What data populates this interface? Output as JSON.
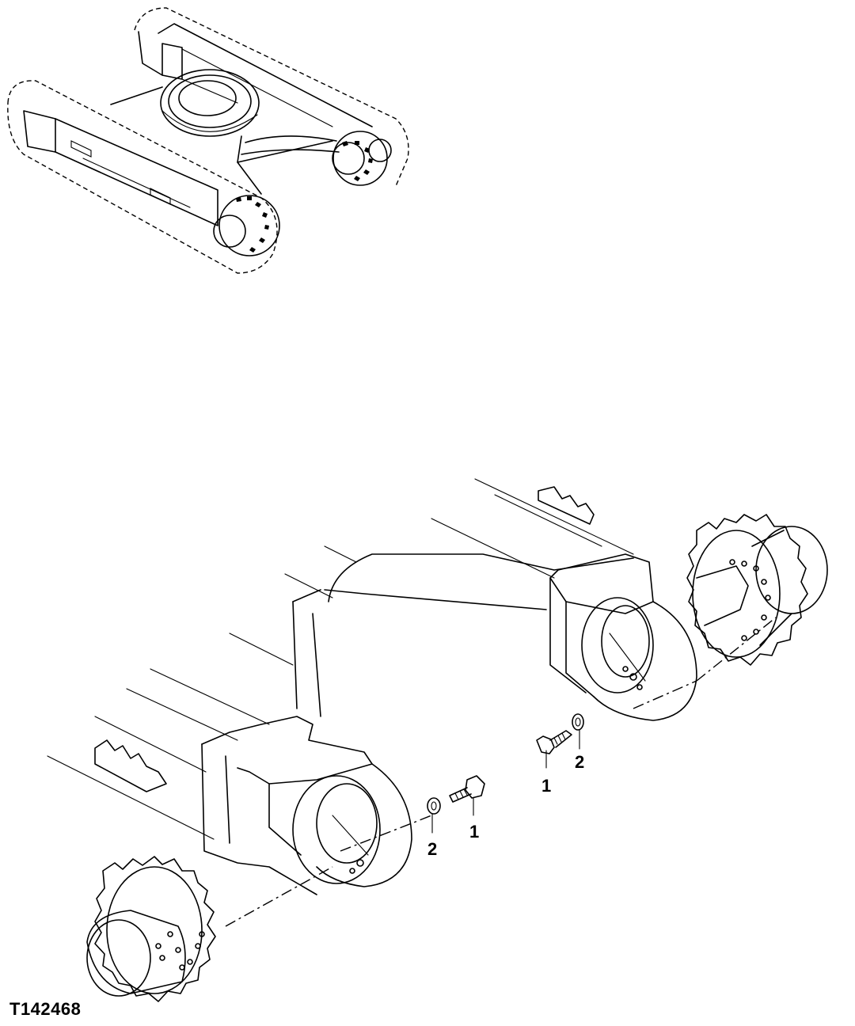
{
  "figure": {
    "id": "T142468"
  },
  "callouts": {
    "bolt_right": "1",
    "washer_right": "2",
    "bolt_left": "1",
    "washer_left": "2"
  },
  "colors": {
    "line": "#000000",
    "background": "#ffffff"
  }
}
